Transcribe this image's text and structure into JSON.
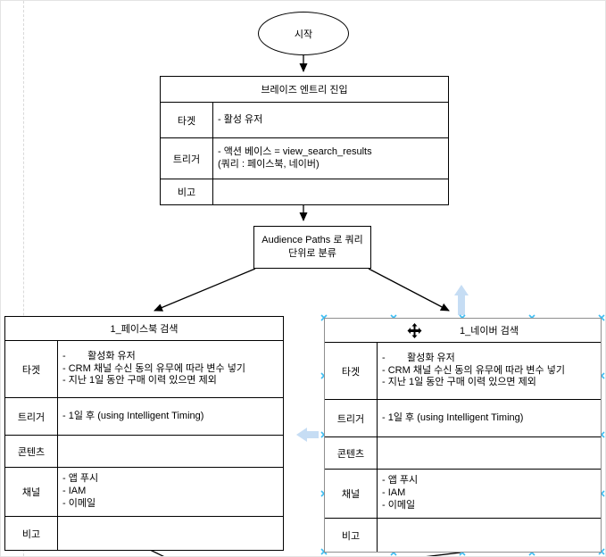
{
  "diagram": {
    "start": {
      "label": "시작"
    },
    "entry": {
      "title": "브레이즈 엔트리 진입",
      "rows": {
        "target": {
          "label": "타겟",
          "content": "- 활성 유저"
        },
        "trigger": {
          "label": "트리거",
          "content": "- 액션 베이스 = view_search_results\n(쿼리 : 페이스북, 네이버)"
        },
        "note": {
          "label": "비고",
          "content": ""
        }
      }
    },
    "classify": {
      "label": "Audience Paths 로 쿼리 단위로 분류"
    },
    "facebook": {
      "title": "1_페이스북 검색",
      "rows": {
        "target": {
          "label": "타겟",
          "content": "-        활성화 유저\n- CRM 채널 수신 동의 유무에 따라 변수 넣기\n- 지난 1일 동안 구매 이력 있으면 제외"
        },
        "trigger": {
          "label": "트리거",
          "content": "- 1일 후 (using Intelligent Timing)"
        },
        "contents": {
          "label": "콘텐츠",
          "content": ""
        },
        "channel": {
          "label": "채널",
          "content": "- 앱 푸시\n- IAM\n- 이메일"
        },
        "note": {
          "label": "비고",
          "content": ""
        }
      }
    },
    "naver": {
      "title": "1_네이버 검색",
      "rows": {
        "target": {
          "label": "타겟",
          "content": "-        활성화 유저\n- CRM 채널 수신 동의 유무에 따라 변수 넣기\n- 지난 1일 동안 구매 이력 있으면 제외"
        },
        "trigger": {
          "label": "트리거",
          "content": "- 1일 후 (using Intelligent Timing)"
        },
        "contents": {
          "label": "콘텐츠",
          "content": ""
        },
        "channel": {
          "label": "채널",
          "content": "- 앱 푸시\n- IAM\n- 이메일"
        },
        "note": {
          "label": "비고",
          "content": ""
        }
      }
    }
  },
  "colors": {
    "shape_stroke": "#000000",
    "selected_outline": "#8f8f8f",
    "selection_handle": "#3dbdf2",
    "hover_arrow": "#bcd7f2",
    "page_divider": "#d9d9d9"
  },
  "icons": {
    "move": "move-icon",
    "handle": "selection-handle",
    "hover_up": "hover-direction-up-icon",
    "hover_left": "hover-direction-left-icon"
  }
}
